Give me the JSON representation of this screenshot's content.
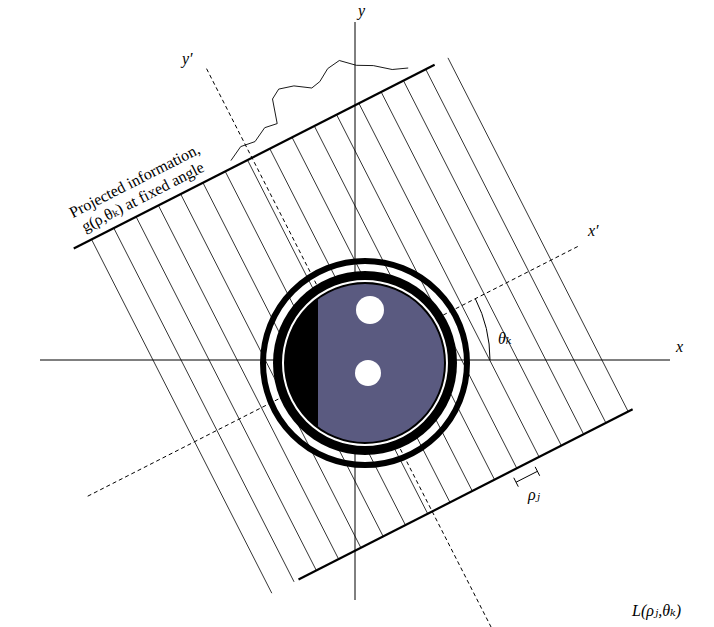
{
  "diagram": {
    "labels": [
      "y",
      "y′",
      "x′",
      "x",
      "θₖ",
      "Projected information, g(ρ,θₖ) at fixed angle",
      "ρⱼ",
      "L(ρⱼ,θₖ)"
    ]
  }
}
